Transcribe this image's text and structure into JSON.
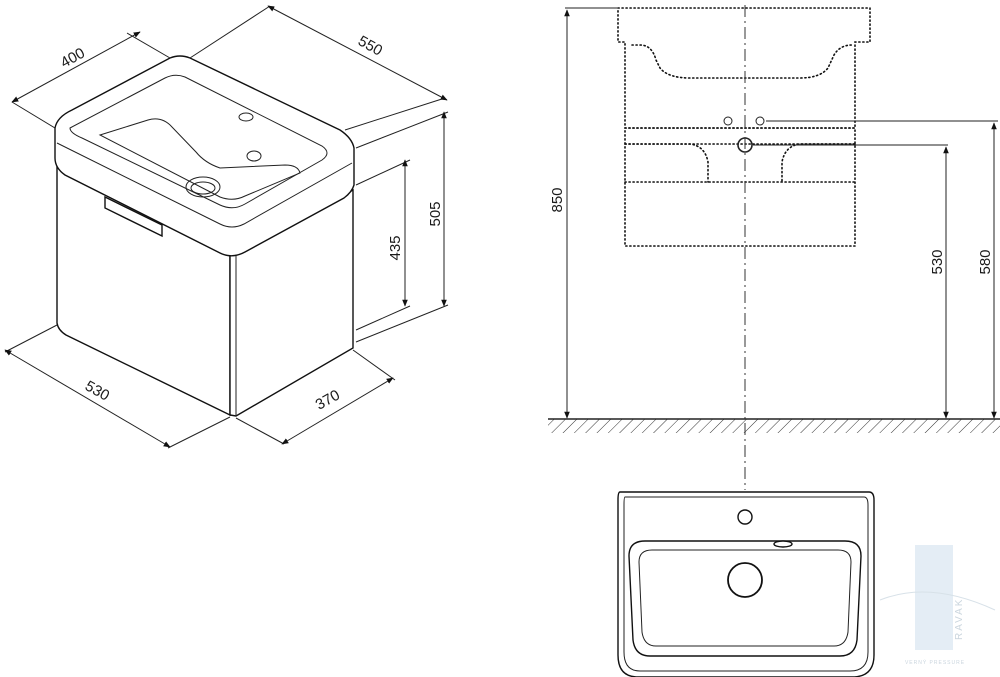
{
  "isometric_view": {
    "depth_top": "400",
    "width_top": "550",
    "height_total": "505",
    "height_cabinet": "435",
    "width_bottom": "530",
    "depth_bottom": "370"
  },
  "front_view": {
    "height_top": "850",
    "height_outlet": "530",
    "height_inlets": "580"
  },
  "watermark": {
    "brand": "RAVAK",
    "tagline": "VERNÝ PRESSURE"
  }
}
